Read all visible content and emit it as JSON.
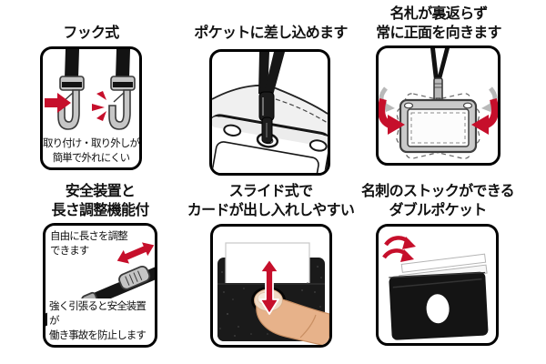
{
  "colors": {
    "red": "#c60f2b",
    "gray_arrow": "#b9b9b9",
    "outline": "#000000",
    "fitting_gray": "#c4c4c4",
    "holder_black": "#1a1a1a",
    "badge_gray": "#cacaca",
    "skin": "#e7b28a"
  },
  "panels": [
    {
      "id": "hook-type",
      "title_lines": [
        "フック式"
      ],
      "caption_lines": [
        "取り付け・取り外しが",
        "簡単で外れにくい"
      ],
      "illustration": "two-lanyard-hooks-with-red-arrow-and-click-marks"
    },
    {
      "id": "pocket-insert",
      "title_lines": [
        "ポケットに差し込めます"
      ],
      "illustration": "badge-holder-hooked-into-shirt-pocket"
    },
    {
      "id": "always-faces-front",
      "title_lines": [
        "名札が裏返らず",
        "常に正面を向きます"
      ],
      "illustration": "badge-holder-with-swivel-arrows"
    },
    {
      "id": "safety-and-length-adjust",
      "title_lines": [
        "安全装置と",
        "長さ調整機能付"
      ],
      "caption_top_lines": [
        "自由に長さを調整",
        "できます"
      ],
      "caption_bottom_lines": [
        "強く引張ると安全装置が",
        "働き事故を防止します"
      ],
      "illustration": "strap-with-length-adjuster-and-safety-buckle"
    },
    {
      "id": "slide-type",
      "title_lines": [
        "スライド式で",
        "カードが出し入れしやすい"
      ],
      "illustration": "thumb-sliding-card-in-holder"
    },
    {
      "id": "double-pocket",
      "title_lines": [
        "名刺のストックができる",
        "ダブルポケット"
      ],
      "illustration": "double-pocket-card-holder-with-cards"
    }
  ]
}
